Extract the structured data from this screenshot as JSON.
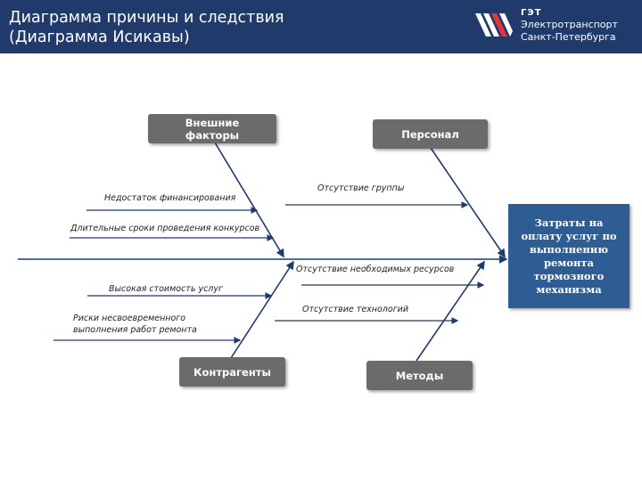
{
  "header": {
    "title_line1": "Диаграмма причины и следствия",
    "title_line2": "(Диаграмма Исикавы)",
    "background": "#1f3a6b"
  },
  "logo": {
    "abbr": "ГЭТ",
    "line1": "Электротранспорт",
    "line2": "Санкт-Петербурга",
    "icon": "get-logo-icon"
  },
  "diagram": {
    "effect": "Затраты на оплату услуг по выполнению ремонта тормозного механизма",
    "categories": {
      "external": "Внешние факторы",
      "personnel": "Персонал",
      "contractors": "Контрагенты",
      "methods": "Методы"
    },
    "causes": {
      "funding": "Недостаток финансирования",
      "long_terms": "Длительные сроки проведения конкурсов",
      "no_group": "Отсутствие группы",
      "no_resources": "Отсутствие необходимых ресурсов",
      "high_cost": "Высокая стоимость услуг",
      "no_tech": "Отсутствие технологий",
      "risk_line1": "Риски несвоевременного",
      "risk_line2": "выполнения работ ремонта"
    },
    "colors": {
      "category_box": "#6b6b6b",
      "effect_box": "#2e5d93",
      "lines": "#1f3a6b"
    }
  }
}
